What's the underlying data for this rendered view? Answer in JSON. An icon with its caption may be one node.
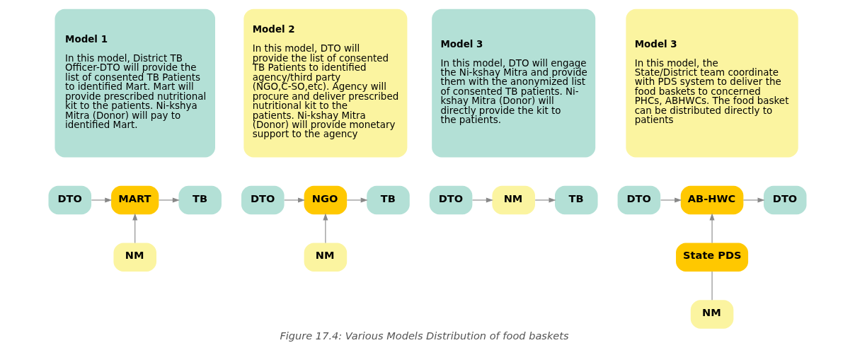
{
  "diagram": {
    "caption": "Figure 17.4: Various Models Distribution of food baskets",
    "nodes": [
      {
        "text": [
          "Model 1",
          "In this model, District TB Officer-DTO will provide the list of consented TB Patients to identified Mart. Mart will provide prescribed nutritional kit to the patients. Ni-kshya Mitra (Donor) will pay to identified Mart."
        ]
      },
      {
        "text": [
          "Model 2",
          "In this model, DTO will provide the list of consented TB Patients to identified agency/third party (NGO,C-SO,etc). Agency will procure and deliver prescribed nutritional kit to the patients. Ni-kshay Mitra (Donor) will provide monetary support to the agency"
        ]
      },
      {
        "text": [
          "Model 3",
          "In this model, DTO will engage the Ni-kshay Mitra and provide them with the anonymized list of consented TB patients. Ni-kshay Mitra (Donor) will directly provide the kit to the patients."
        ]
      },
      {
        "text": [
          "Model 3",
          "In this model, the State/District team coordinate with PDS system to deliver the food baskets to concerned PHCs, ABHWCs. The food basket can be distributed directly to patients"
        ]
      },
      {
        "text": [
          "DTO"
        ]
      },
      {
        "text": [
          "MART"
        ]
      },
      {
        "text": [
          "TB"
        ]
      },
      {
        "text": [
          "NM"
        ]
      },
      {
        "text": [
          "DTO"
        ]
      },
      {
        "text": [
          "NGO"
        ]
      },
      {
        "text": [
          "TB"
        ]
      },
      {
        "text": [
          "NM"
        ]
      },
      {
        "text": [
          "DTO"
        ]
      },
      {
        "text": [
          "NM"
        ]
      },
      {
        "text": [
          "TB"
        ]
      },
      {
        "text": [
          "DTO"
        ]
      },
      {
        "text": [
          "AB-HWC"
        ]
      },
      {
        "text": [
          "DTO"
        ]
      },
      {
        "text": [
          "State PDS"
        ]
      },
      {
        "text": [
          "NM"
        ]
      }
    ],
    "edges": [
      {
        "from": 4,
        "to": 5,
        "arrow": "to"
      },
      {
        "from": 5,
        "to": 6,
        "arrow": "to"
      },
      {
        "from": 7,
        "to": 5,
        "arrow": "to"
      },
      {
        "from": 8,
        "to": 9,
        "arrow": "to"
      },
      {
        "from": 9,
        "to": 10,
        "arrow": "to"
      },
      {
        "from": 11,
        "to": 9,
        "arrow": "to"
      },
      {
        "from": 12,
        "to": 13,
        "arrow": "to"
      },
      {
        "from": 13,
        "to": 14,
        "arrow": "to"
      },
      {
        "from": 15,
        "to": 16,
        "arrow": "to"
      },
      {
        "from": 16,
        "to": 17,
        "arrow": "to"
      },
      {
        "from": 18,
        "to": 16,
        "arrow": "to"
      },
      {
        "from": 19,
        "to": 18,
        "arrow": "none"
      }
    ]
  }
}
